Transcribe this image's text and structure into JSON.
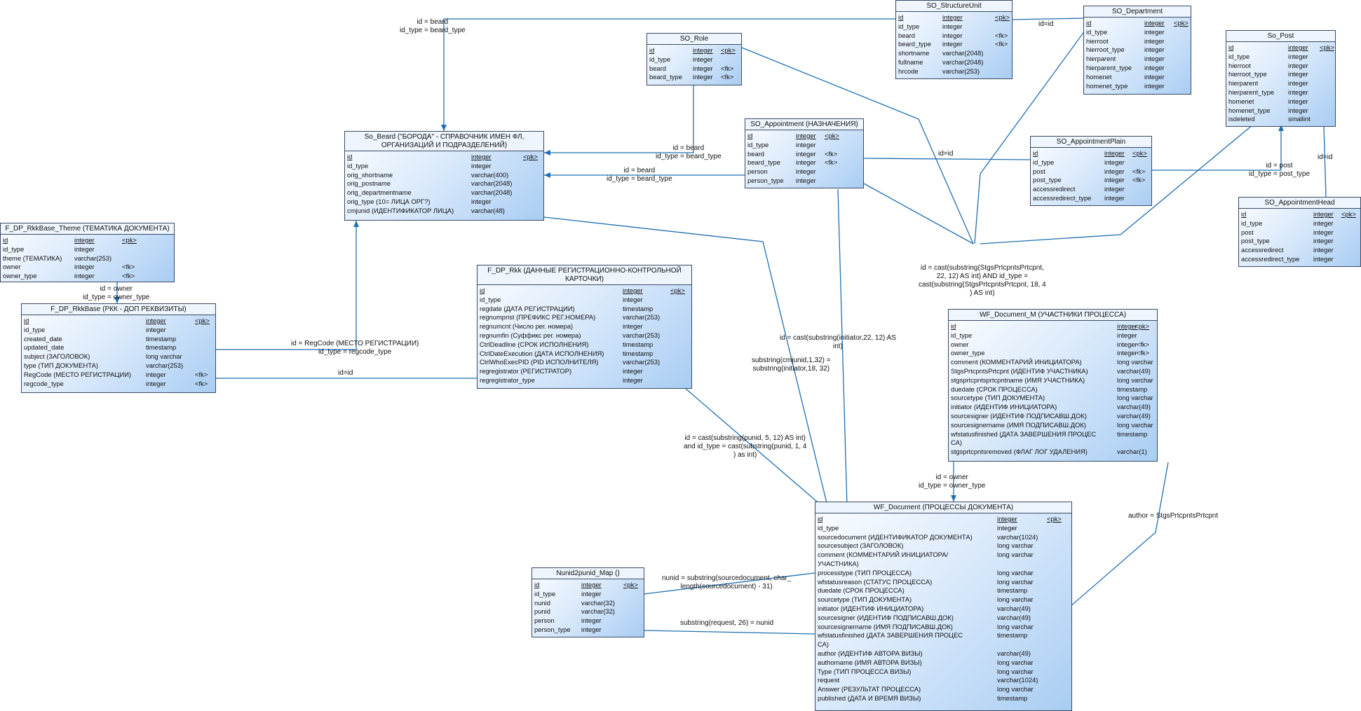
{
  "entities": [
    {
      "id": "so_structureunit",
      "title": [
        "SO_StructureUnit"
      ],
      "rows": [
        {
          "name": "id",
          "type": "integer",
          "key": "<pk>"
        },
        {
          "name": "id_type",
          "type": "integer",
          "key": ""
        },
        {
          "name": "beard",
          "type": "integer",
          "key": "<fk>"
        },
        {
          "name": "beard_type",
          "type": "integer",
          "key": "<fk>"
        },
        {
          "name": "shortname",
          "type": "varchar(2048)",
          "key": ""
        },
        {
          "name": "fullname",
          "type": "varchar(2048)",
          "key": ""
        },
        {
          "name": "hrcode",
          "type": "varchar(253)",
          "key": ""
        }
      ]
    },
    {
      "id": "so_department",
      "title": [
        "SO_Department"
      ],
      "rows": [
        {
          "name": "id",
          "type": "integer",
          "key": "<pk>"
        },
        {
          "name": "id_type",
          "type": "integer",
          "key": ""
        },
        {
          "name": "hierroot",
          "type": "integer",
          "key": ""
        },
        {
          "name": "hierroot_type",
          "type": "integer",
          "key": ""
        },
        {
          "name": "hierparent",
          "type": "integer",
          "key": ""
        },
        {
          "name": "hierparent_type",
          "type": "integer",
          "key": ""
        },
        {
          "name": "homenet",
          "type": "integer",
          "key": ""
        },
        {
          "name": "homenet_type",
          "type": "integer",
          "key": ""
        }
      ]
    },
    {
      "id": "so_post",
      "title": [
        "So_Post"
      ],
      "rows": [
        {
          "name": "id",
          "type": "integer",
          "key": "<pk>"
        },
        {
          "name": "id_type",
          "type": "integer",
          "key": ""
        },
        {
          "name": "hierroot",
          "type": "integer",
          "key": ""
        },
        {
          "name": "hierroot_type",
          "type": "integer",
          "key": ""
        },
        {
          "name": "hierparent",
          "type": "integer",
          "key": ""
        },
        {
          "name": "hierparent_type",
          "type": "integer",
          "key": ""
        },
        {
          "name": "homenet",
          "type": "integer",
          "key": ""
        },
        {
          "name": "homenet_type",
          "type": "integer",
          "key": ""
        },
        {
          "name": "isdeleted",
          "type": "smallint",
          "key": ""
        }
      ]
    },
    {
      "id": "so_role",
      "title": [
        "SO_Role"
      ],
      "rows": [
        {
          "name": "id",
          "type": "integer",
          "key": "<pk>"
        },
        {
          "name": "id_type",
          "type": "integer",
          "key": ""
        },
        {
          "name": "beard",
          "type": "integer",
          "key": "<fk>"
        },
        {
          "name": "beard_type",
          "type": "integer",
          "key": "<fk>"
        }
      ]
    },
    {
      "id": "so_beard",
      "title": [
        "So_Beard (\"БОРОДА\" - СПРАВОЧНИК ИМЕН ФЛ,",
        "ОРГАНИЗАЦИЙ И ПОДРАЗДЕЛЕНИЙ)"
      ],
      "rows": [
        {
          "name": "id",
          "type": "integer",
          "key": "<pk>"
        },
        {
          "name": "id_type",
          "type": "integer",
          "key": ""
        },
        {
          "name": "orig_shortname",
          "type": "varchar(400)",
          "key": ""
        },
        {
          "name": "orig_postname",
          "type": "varchar(2048)",
          "key": ""
        },
        {
          "name": "orig_departmentname",
          "type": "varchar(2048)",
          "key": ""
        },
        {
          "name": "orig_type (10= ЛИЦА ОРГ?)",
          "type": "integer",
          "key": ""
        },
        {
          "name": "cmjunid (ИДЕНТИФИКАТОР ЛИЦА)",
          "type": "varchar(48)",
          "key": ""
        }
      ]
    },
    {
      "id": "so_appointment",
      "title": [
        "SO_Appointment (НАЗНАЧЕНИЯ)"
      ],
      "rows": [
        {
          "name": "id",
          "type": "integer",
          "key": "<pk>"
        },
        {
          "name": "id_type",
          "type": "integer",
          "key": ""
        },
        {
          "name": "beard",
          "type": "integer",
          "key": "<fk>"
        },
        {
          "name": "beard_type",
          "type": "integer",
          "key": "<fk>"
        },
        {
          "name": "person",
          "type": "integer",
          "key": ""
        },
        {
          "name": "person_type",
          "type": "integer",
          "key": ""
        }
      ]
    },
    {
      "id": "so_appointmentplain",
      "title": [
        "SO_AppointmentPlain"
      ],
      "rows": [
        {
          "name": "id",
          "type": "integer",
          "key": "<pk>"
        },
        {
          "name": "id_type",
          "type": "integer",
          "key": ""
        },
        {
          "name": "post",
          "type": "integer",
          "key": "<fk>"
        },
        {
          "name": "post_type",
          "type": "integer",
          "key": "<fk>"
        },
        {
          "name": "accessredirect",
          "type": "integer",
          "key": ""
        },
        {
          "name": "accessredirect_type",
          "type": "integer",
          "key": ""
        }
      ]
    },
    {
      "id": "so_appointmenthead",
      "title": [
        "SO_AppointmentHead"
      ],
      "rows": [
        {
          "name": "id",
          "type": "integer",
          "key": "<pk>"
        },
        {
          "name": "id_type",
          "type": "integer",
          "key": ""
        },
        {
          "name": "post",
          "type": "integer",
          "key": ""
        },
        {
          "name": "post_type",
          "type": "integer",
          "key": ""
        },
        {
          "name": "accessredirect",
          "type": "integer",
          "key": ""
        },
        {
          "name": "accessredirect_type",
          "type": "integer",
          "key": ""
        }
      ]
    },
    {
      "id": "f_dp_rkkbase_theme",
      "title": [
        "F_DP_RkkBase_Theme (ТЕМАТИКА ДОКУМЕНТА)"
      ],
      "rows": [
        {
          "name": "id",
          "type": "integer",
          "key": "<pk>"
        },
        {
          "name": "id_type",
          "type": "integer",
          "key": ""
        },
        {
          "name": "theme (ТЕМАТИКА)",
          "type": "varchar(253)",
          "key": ""
        },
        {
          "name": "owner",
          "type": "integer",
          "key": "<fk>"
        },
        {
          "name": "owner_type",
          "type": "integer",
          "key": "<fk>"
        }
      ]
    },
    {
      "id": "f_dp_rkkbase",
      "title": [
        "F_DP_RkkBase (РКК - ДОП РЕКВИЗИТЫ)"
      ],
      "rows": [
        {
          "name": "id",
          "type": "integer",
          "key": "<pk>"
        },
        {
          "name": "id_type",
          "type": "integer",
          "key": ""
        },
        {
          "name": "created_date",
          "type": "timestamp",
          "key": ""
        },
        {
          "name": "updated_date",
          "type": "timestamp",
          "key": ""
        },
        {
          "name": "subject (ЗАГОЛОВОК)",
          "type": "long varchar",
          "key": ""
        },
        {
          "name": "type (ТИП ДОКУМЕНТА)",
          "type": "varchar(253)",
          "key": ""
        },
        {
          "name": "RegCode (МЕСТО РЕГИСТРАЦИИ)",
          "type": "integer",
          "key": "<fk>"
        },
        {
          "name": "regcode_type",
          "type": "integer",
          "key": "<fk>"
        }
      ]
    },
    {
      "id": "f_dp_rkk",
      "title": [
        "F_DP_Rkk (ДАННЫЕ РЕГИСТРАЦИОННО-КОНТРОЛЬНОЙ",
        "КАРТОЧКИ)"
      ],
      "rows": [
        {
          "name": "id",
          "type": "integer",
          "key": "<pk>"
        },
        {
          "name": "id_type",
          "type": "integer",
          "key": ""
        },
        {
          "name": "regdate (ДАТА РЕГИСТРАЦИИ)",
          "type": "timestamp",
          "key": ""
        },
        {
          "name": "regnumprist (ПРЕФИКС РЕГ.НОМЕРА)",
          "type": "varchar(253)",
          "key": ""
        },
        {
          "name": "regnumcnt (Число рег. номера)",
          "type": "integer",
          "key": ""
        },
        {
          "name": "regnumfin (Суффикс рег. номера)",
          "type": "varchar(253)",
          "key": ""
        },
        {
          "name": "CtrlDeadline (СРОК ИСПОЛНЕНИЯ)",
          "type": "timestamp",
          "key": ""
        },
        {
          "name": "CtrlDateExecution (ДАТА ИСПОЛНЕНИЯ)",
          "type": "timestamp",
          "key": ""
        },
        {
          "name": "CtrlWhoExecPID (PID ИСПОЛНИТЕЛЯ)",
          "type": "varchar(253)",
          "key": ""
        },
        {
          "name": "regregistrator (РЕГИСТРАТОР)",
          "type": "integer",
          "key": ""
        },
        {
          "name": "regregistrator_type",
          "type": "integer",
          "key": ""
        }
      ]
    },
    {
      "id": "wf_document_m",
      "title": [
        "WF_Document_M (УЧАСТНИКИ ПРОЦЕССА)"
      ],
      "rows": [
        {
          "name": "id",
          "type": "integer",
          "key": "<pk>"
        },
        {
          "name": "id_type",
          "type": "integer",
          "key": ""
        },
        {
          "name": "owner",
          "type": "integer",
          "key": "<fk>"
        },
        {
          "name": "owner_type",
          "type": "integer",
          "key": "<fk>"
        },
        {
          "name": "comment (КОММЕНТАРИЙ ИНИЦИАТОРА)",
          "type": "long varchar",
          "key": ""
        },
        {
          "name": "StgsPrtcpntsPrtcpnt (ИДЕНТИФ УЧАСТНИКА)",
          "type": "varchar(49)",
          "key": ""
        },
        {
          "name": "stgsprtcpntsprtcpntname (ИМЯ УЧАСТНИКА)",
          "type": "long varchar",
          "key": ""
        },
        {
          "name": "duedate (СРОК ПРОЦЕССА)",
          "type": "timestamp",
          "key": ""
        },
        {
          "name": "sourcetype (ТИП ДОКУМЕНТА)",
          "type": "long varchar",
          "key": ""
        },
        {
          "name": "initiator (ИДЕНТИФ ИНИЦИАТОРА)",
          "type": "varchar(49)",
          "key": ""
        },
        {
          "name": "sourcesigner (ИДЕНТИФ ПОДПИСАВШ.ДОК)",
          "type": "varchar(49)",
          "key": ""
        },
        {
          "name": "sourcesignername (ИМЯ ПОДПИСАВШ.ДОК)",
          "type": "long varchar",
          "key": ""
        },
        {
          "name": "wfstatusfinished (ДАТА ЗАВЕРШЕНИЯ ПРОЦЕС",
          "type": "timestamp",
          "key": ""
        },
        {
          "name": "СА)",
          "type": "",
          "key": ""
        },
        {
          "name": "stgsprtcpntsremoved (ФЛАГ ЛОГ УДАЛЕНИЯ)",
          "type": "varchar(1)",
          "key": ""
        }
      ]
    },
    {
      "id": "nunid2punid_map",
      "title": [
        "Nunid2punid_Map ()"
      ],
      "rows": [
        {
          "name": "id",
          "type": "integer",
          "key": "<pk>"
        },
        {
          "name": "id_type",
          "type": "integer",
          "key": ""
        },
        {
          "name": "nunid",
          "type": "varchar(32)",
          "key": ""
        },
        {
          "name": "punid",
          "type": "varchar(32)",
          "key": ""
        },
        {
          "name": "person",
          "type": "integer",
          "key": ""
        },
        {
          "name": "person_type",
          "type": "integer",
          "key": ""
        }
      ]
    },
    {
      "id": "wf_document",
      "title": [
        "WF_Document (ПРОЦЕССЫ ДОКУМЕНТА)"
      ],
      "rows": [
        {
          "name": "id",
          "type": "integer",
          "key": "<pk>"
        },
        {
          "name": "id_type",
          "type": "integer",
          "key": ""
        },
        {
          "name": "sourcedocument (ИДЕНТИФИКАТОР ДОКУМЕНТА)",
          "type": "varchar(1024)",
          "key": ""
        },
        {
          "name": "sourcesubject (ЗАГОЛОВОК)",
          "type": "long varchar",
          "key": ""
        },
        {
          "name": "comment (КОММЕНТАРИЙ ИНИЦИАТОРА/",
          "type": "long varchar",
          "key": ""
        },
        {
          "name": "УЧАСТНИКА)",
          "type": "",
          "key": ""
        },
        {
          "name": "processtype (ТИП ПРОЦЕССА)",
          "type": "long varchar",
          "key": ""
        },
        {
          "name": "wfstatusreason (СТАТУС ПРОЦЕССА)",
          "type": "long varchar",
          "key": ""
        },
        {
          "name": "duedate (СРОК ПРОЦЕССА)",
          "type": "timestamp",
          "key": ""
        },
        {
          "name": "sourcetype (ТИП ДОКУМЕНТА)",
          "type": "long varchar",
          "key": ""
        },
        {
          "name": "initiator (ИДЕНТИФ ИНИЦИАТОРА)",
          "type": "varchar(49)",
          "key": ""
        },
        {
          "name": "sourcesigner (ИДЕНТИФ ПОДПИСАВШ.ДОК)",
          "type": "varchar(49)",
          "key": ""
        },
        {
          "name": "sourcesignername (ИМЯ ПОДПИСАВШ.ДОК)",
          "type": "long varchar",
          "key": ""
        },
        {
          "name": "wfstatusfinished (ДАТА ЗАВЕРШЕНИЯ ПРОЦЕС",
          "type": "timestamp",
          "key": ""
        },
        {
          "name": "СА)",
          "type": "",
          "key": ""
        },
        {
          "name": "author (ИДЕНТИФ АВТОРА ВИЗЫ)",
          "type": "varchar(49)",
          "key": ""
        },
        {
          "name": "authorname (ИМЯ АВТОРА ВИЗЫ)",
          "type": "long varchar",
          "key": ""
        },
        {
          "name": "Type (ТИП ПРОЦЕССА ВИЗЫ)",
          "type": "long varchar",
          "key": ""
        },
        {
          "name": "request",
          "type": "varchar(1024)",
          "key": ""
        },
        {
          "name": "Answer (РЕЗУЛЬТАТ ПРОЦЕССА)",
          "type": "long varchar",
          "key": ""
        },
        {
          "name": "published (ДАТА И ВРЕМЯ ВИЗЫ)",
          "type": "timestamp",
          "key": ""
        }
      ]
    }
  ],
  "labels": [
    {
      "id": "l_struct_beard",
      "lines": [
        "id = beard",
        "id_type = beard_type"
      ]
    },
    {
      "id": "l_struct_dept",
      "lines": [
        "id=id"
      ]
    },
    {
      "id": "l_role_beard",
      "lines": [
        "id = beard",
        "id_type = beard_type"
      ]
    },
    {
      "id": "l_appt_beard",
      "lines": [
        "id = beard",
        "id_type = beard_type"
      ]
    },
    {
      "id": "l_dept_idid",
      "lines": [
        "id=id"
      ]
    },
    {
      "id": "l_post_plain",
      "lines": [
        "id = post",
        "id_type = post_type"
      ]
    },
    {
      "id": "l_post_head",
      "lines": [
        "id=id"
      ]
    },
    {
      "id": "l_cast_stgs",
      "lines": [
        "id = cast(substring(StgsPrtcpntsPrtcpnt,",
        "22, 12) AS int) AND id_type =",
        "cast(substring(StgsPrtcpntsPrtcpnt, 18, 4",
        ") AS int)"
      ]
    },
    {
      "id": "l_theme_owner",
      "lines": [
        "id = owner",
        "id_type = owner_type"
      ]
    },
    {
      "id": "l_regcode",
      "lines": [
        "id = RegCode (МЕСТО РЕГИСТРАЦИИ)",
        "id_type = regcode_type"
      ]
    },
    {
      "id": "l_rkk_idid",
      "lines": [
        "id=id"
      ]
    },
    {
      "id": "l_initiator",
      "lines": [
        "id = cast(substring(initiator,22, 12) AS",
        "int)"
      ]
    },
    {
      "id": "l_cmjunid",
      "lines": [
        "substring(cmjunid,1,32) =",
        "substring(initiator,18, 32)"
      ]
    },
    {
      "id": "l_punid",
      "lines": [
        "id = cast(substring(punid, 5, 12) AS int)",
        "and id_type = cast(substring(punid, 1, 4",
        ") as int)"
      ]
    },
    {
      "id": "l_docm_owner",
      "lines": [
        "id = owner",
        "id_type = owner_type"
      ]
    },
    {
      "id": "l_author",
      "lines": [
        "author = StgsPrtcpntsPrtcpnt"
      ]
    },
    {
      "id": "l_nunid",
      "lines": [
        "nunid = substring(sourcedocument, char_",
        "length(sourcedocument) - 31)"
      ]
    },
    {
      "id": "l_request",
      "lines": [
        "substring(request, 26) = nunid"
      ]
    }
  ]
}
